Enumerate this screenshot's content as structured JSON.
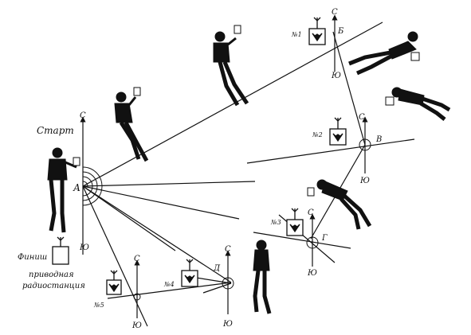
{
  "labels": {
    "start": "Старт",
    "finish": "Финиш",
    "drive_station_1": "приводная",
    "drive_station_2": "радиостанция",
    "north": "С",
    "south": "Ю",
    "point_a": "А",
    "point_b": "Б",
    "point_v": "В",
    "point_g": "Г",
    "point_d": "Д",
    "station_1": "№1",
    "station_2": "№2",
    "station_3": "№3",
    "station_4": "№4",
    "station_5": "№5"
  },
  "colors": {
    "ink": "#111111",
    "background": "#ffffff"
  },
  "icons": [
    "antenna-icon",
    "fox-icon",
    "compass-arrow-icon",
    "runner-figure"
  ]
}
